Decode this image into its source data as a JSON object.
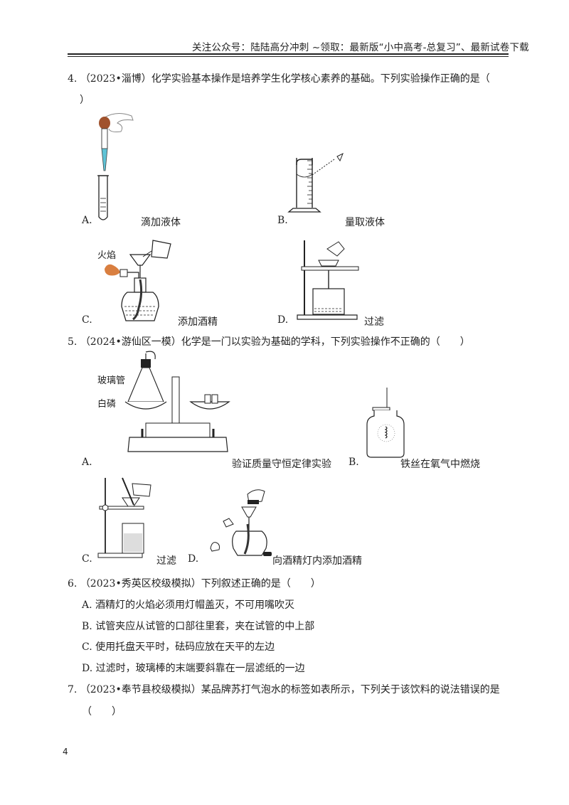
{
  "header": {
    "text": "关注公众号：陆陆高分冲刺  ~领取：最新版“小中高考-总复习”、最新试卷下载"
  },
  "questions": [
    {
      "number": "4.",
      "stem_line1": "（2023•淄博）化学实验基本操作是培养学生化学核心素养的基础。下列实验操作正确的是（",
      "stem_line2": "）",
      "options": [
        {
          "letter": "A.",
          "caption": "滴加液体"
        },
        {
          "letter": "B.",
          "caption": "量取液体"
        },
        {
          "letter": "C.",
          "caption": "添加酒精",
          "figure_label": "火焰"
        },
        {
          "letter": "D.",
          "caption": "过滤"
        }
      ]
    },
    {
      "number": "5.",
      "stem_line1": "（2024•游仙区一模）化学是一门以实验为基础的学科，下列实验操作不正确的（　　）",
      "options": [
        {
          "letter": "A.",
          "caption": "验证质量守恒定律实验",
          "figure_labels": [
            "玻璃管",
            "白磷"
          ]
        },
        {
          "letter": "B.",
          "caption": "铁丝在氧气中燃烧"
        },
        {
          "letter": "C.",
          "caption": "过滤"
        },
        {
          "letter": "D.",
          "caption": "向酒精灯内添加酒精"
        }
      ]
    },
    {
      "number": "6.",
      "stem_line1": "（2023•秀英区校级模拟）下列叙述正确的是（　　）",
      "options": [
        {
          "letter": "A.",
          "text": "酒精灯的火焰必须用灯帽盖灭，不可用嘴吹灭"
        },
        {
          "letter": "B.",
          "text": "试管夹应从试管的口部往里套，夹在试管的中上部"
        },
        {
          "letter": "C.",
          "text": "使用托盘天平时，砝码应放在天平的左边"
        },
        {
          "letter": "D.",
          "text": "过滤时，玻璃棒的末端要斜靠在一层滤纸的一边"
        }
      ]
    },
    {
      "number": "7.",
      "stem_line1": "（2023•奉节县校级模拟）某品牌苏打气泡水的标签如表所示，下列关于该饮料的说法错误的是",
      "stem_line2": "（　　）"
    }
  ],
  "page_number": "4"
}
